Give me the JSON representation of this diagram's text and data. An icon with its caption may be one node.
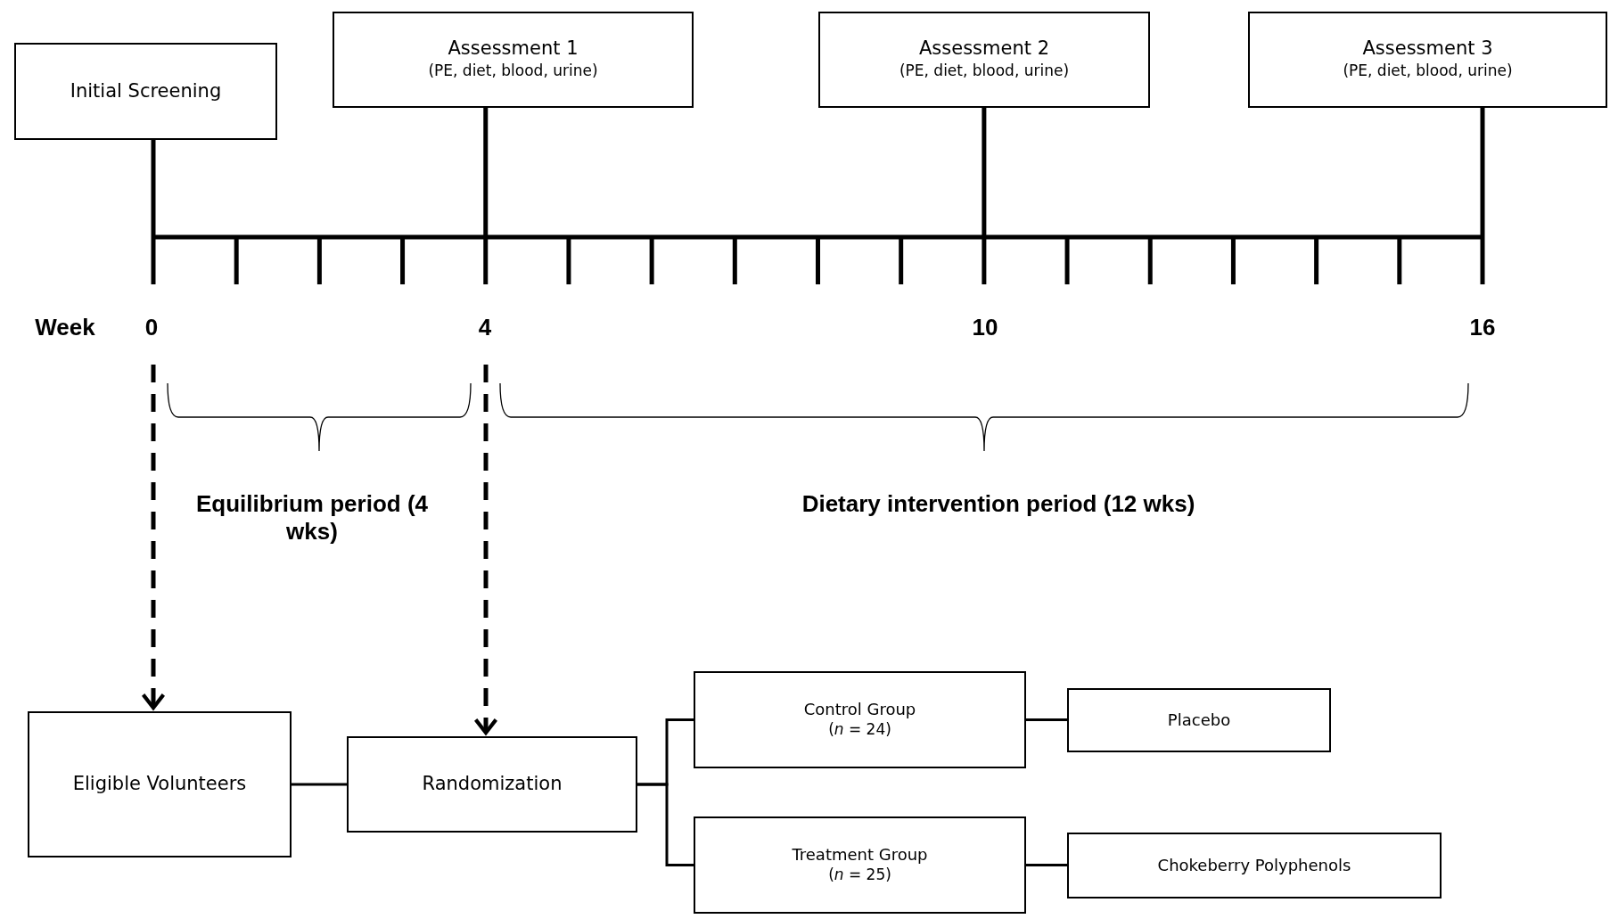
{
  "diagram": {
    "nodes": [
      {
        "text": [
          "Initial Screening"
        ]
      },
      {
        "text": [
          "Assessment 1",
          "(PE, diet, blood, urine)"
        ]
      },
      {
        "text": [
          "Assessment 2",
          "(PE, diet, blood, urine)"
        ]
      },
      {
        "text": [
          "Assessment 3",
          "(PE, diet, blood, urine)"
        ]
      },
      {
        "text": [
          "Eligible Volunteers"
        ]
      },
      {
        "text": [
          "Randomization"
        ]
      },
      {
        "text": [
          "Control Group",
          "(*n* = 24)"
        ]
      },
      {
        "text": [
          "Treatment Group",
          "(*n* = 25)"
        ]
      },
      {
        "text": [
          "Placebo"
        ]
      },
      {
        "text": [
          "Chokeberry Polyphenols"
        ]
      }
    ],
    "edges": [
      {
        "from": null,
        "to": 4,
        "arrow": "to",
        "style": "dashed"
      },
      {
        "from": null,
        "to": 5,
        "arrow": "to",
        "style": "dashed"
      },
      {
        "from": 4,
        "to": 5,
        "arrow": "none"
      },
      {
        "from": 5,
        "to": 6,
        "arrow": "none"
      },
      {
        "from": 5,
        "to": 7,
        "arrow": "none"
      },
      {
        "from": 6,
        "to": 8,
        "arrow": "none"
      },
      {
        "from": 7,
        "to": 9,
        "arrow": "none"
      }
    ],
    "labels": [
      "Week",
      "0",
      "4",
      "10",
      "16",
      "Equilibrium period (4 wks)",
      "Dietary intervention period (12 wks)"
    ]
  }
}
